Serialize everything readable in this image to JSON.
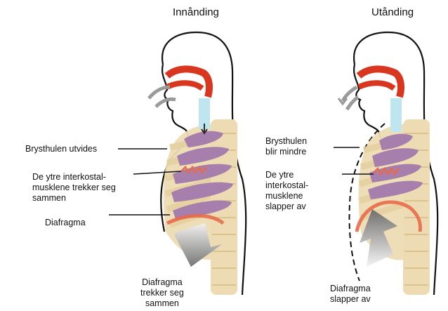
{
  "inhale": {
    "title": "Innånding",
    "labels": {
      "chest_expands": "Brysthulen utvides",
      "intercostal": "De ytre interkostal-\nmusklene trekker seg\nsammen",
      "diaphragm": "Diafragma",
      "diaphragm_action": "Diafragma\ntrekker seg\nsammen"
    }
  },
  "exhale": {
    "title": "Utånding",
    "labels": {
      "chest_shrinks": "Brysthulen\nblir mindre",
      "intercostal": "De ytre\ninterkostal-\nmusklene\nslapper av",
      "diaphragm_action": "Diafragma\nslapper av"
    }
  },
  "colors": {
    "ribcage": "#eddcb3",
    "lungs": "#a77fad",
    "airway": "#d8361f",
    "trachea": "#bfe6ef",
    "diaphragm": "#e86a4a",
    "arrow": "#9a9a9a",
    "outline": "#111111"
  }
}
